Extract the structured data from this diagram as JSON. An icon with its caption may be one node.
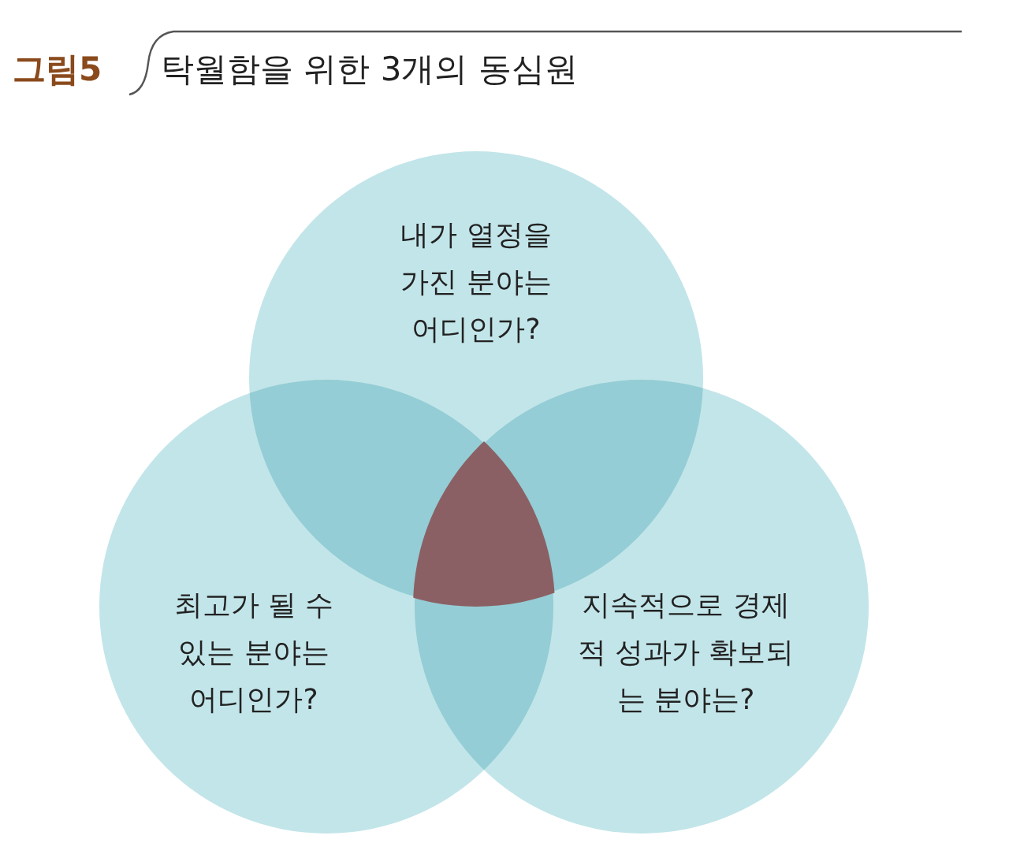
{
  "diagram": {
    "title": "탁월함을 위한 3개의 동심원",
    "nodes": [
      {
        "text": [
          "내가 열정을 가진 분야는 어디인가?"
        ]
      },
      {
        "text": [
          "최고가 될 수 있는 분야는 어디인가?"
        ]
      },
      {
        "text": [
          "지속적으로 경제적 성과가 확보되는 분야는?"
        ]
      }
    ],
    "labels": [
      "그림5"
    ]
  }
}
